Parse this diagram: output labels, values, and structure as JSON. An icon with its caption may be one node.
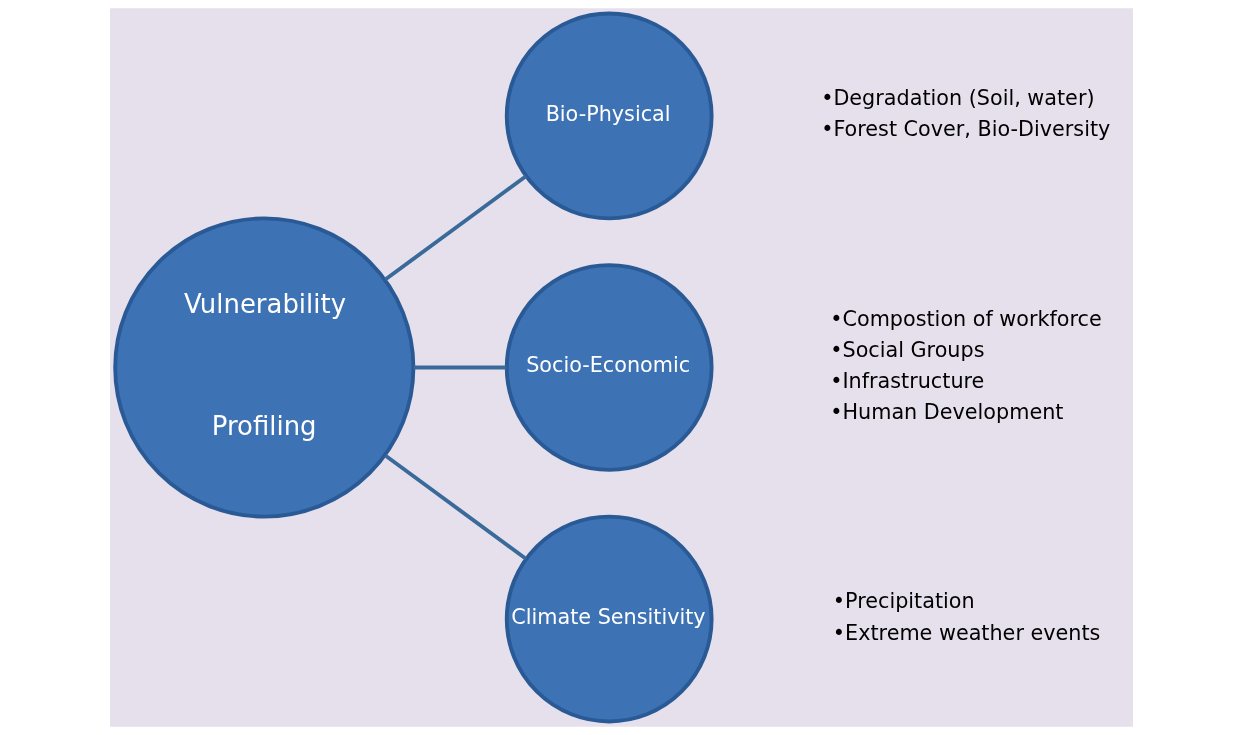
{
  "diagram": {
    "nodes": [
      {
        "text": [
          "Vulnerability",
          "Profiling"
        ]
      },
      {
        "text": [
          "Bio-Physical"
        ],
        "beside": [
          "•Degradation (Soil, water)",
          "•Forest Cover, Bio-Diversity"
        ]
      },
      {
        "text": [
          "Socio-Economic"
        ],
        "beside": [
          "•Compostion of workforce",
          "•Social Groups",
          "•Infrastructure",
          "•Human Development"
        ]
      },
      {
        "text": [
          "Climate Sensitivity"
        ],
        "beside": [
          "•Precipitation",
          "•Extreme weather events"
        ]
      }
    ],
    "edges": [
      {
        "from": 0,
        "to": 1,
        "arrow": "none"
      },
      {
        "from": 0,
        "to": 2,
        "arrow": "none"
      },
      {
        "from": 0,
        "to": 3,
        "arrow": "none"
      }
    ]
  }
}
